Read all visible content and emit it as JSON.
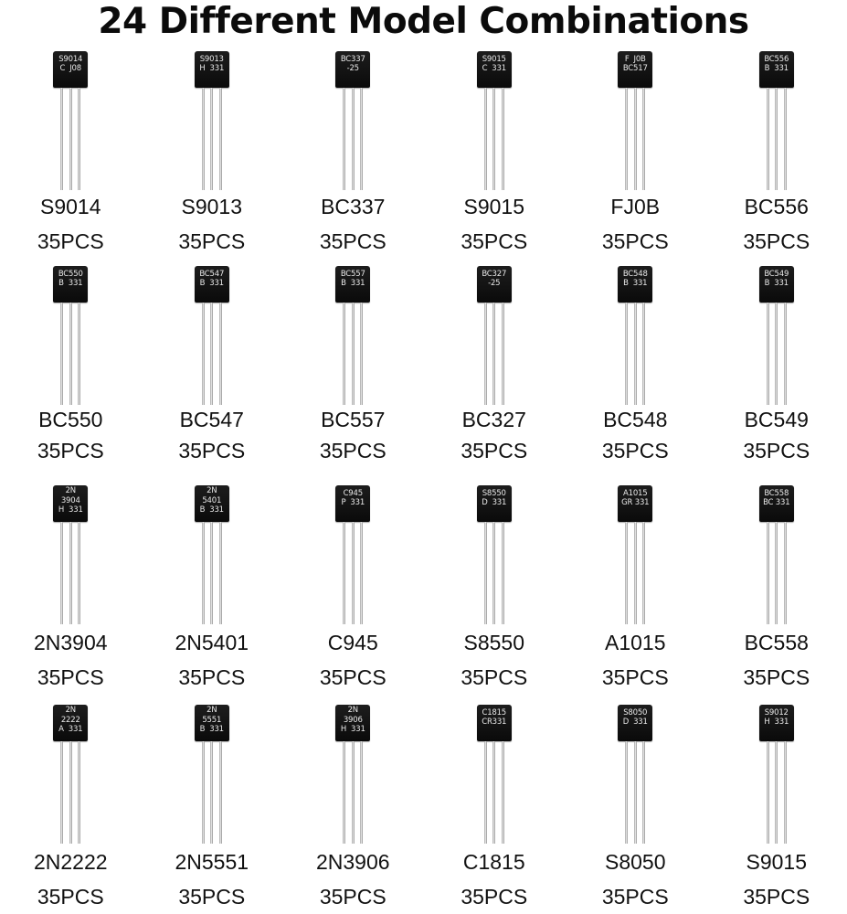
{
  "title": "24 Different Model Combinations",
  "items": [
    {
      "marking": "S9014\nC  J08",
      "model": "S9014",
      "quantity": "35PCS"
    },
    {
      "marking": "S9013\nH  331",
      "model": "S9013",
      "quantity": "35PCS"
    },
    {
      "marking": "BC337\n-25",
      "model": "BC337",
      "quantity": "35PCS"
    },
    {
      "marking": "S9015\nC  331",
      "model": "S9015",
      "quantity": "35PCS"
    },
    {
      "marking": "F  J0B\nBC517",
      "model": "FJ0B",
      "quantity": "35PCS"
    },
    {
      "marking": "BC556\nB  331",
      "model": "BC556",
      "quantity": "35PCS"
    },
    {
      "marking": "BC550\nB  331",
      "model": "BC550",
      "quantity": "35PCS"
    },
    {
      "marking": "BC547\nB  331",
      "model": "BC547",
      "quantity": "35PCS"
    },
    {
      "marking": "BC557\nB  331",
      "model": "BC557",
      "quantity": "35PCS"
    },
    {
      "marking": "BC327\n-25",
      "model": "BC327",
      "quantity": "35PCS"
    },
    {
      "marking": "BC548\nB  331",
      "model": "BC548",
      "quantity": "35PCS"
    },
    {
      "marking": "BC549\nB  331",
      "model": "BC549",
      "quantity": "35PCS"
    },
    {
      "marking": "2N\n3904\nH  331",
      "model": "2N3904",
      "quantity": "35PCS"
    },
    {
      "marking": "2N\n5401\nB  331",
      "model": "2N5401",
      "quantity": "35PCS"
    },
    {
      "marking": "C945\nP  331",
      "model": "C945",
      "quantity": "35PCS"
    },
    {
      "marking": "S8550\nD  331",
      "model": "S8550",
      "quantity": "35PCS"
    },
    {
      "marking": "A1015\nGR 331",
      "model": "A1015",
      "quantity": "35PCS"
    },
    {
      "marking": "BC558\nBC 331",
      "model": "BC558",
      "quantity": "35PCS"
    },
    {
      "marking": "2N\n2222\nA  331",
      "model": "2N2222",
      "quantity": "35PCS"
    },
    {
      "marking": "2N\n5551\nB  331",
      "model": "2N5551",
      "quantity": "35PCS"
    },
    {
      "marking": "2N\n3906\nH  331",
      "model": "2N3906",
      "quantity": "35PCS"
    },
    {
      "marking": "C1815\nCR331",
      "model": "C1815",
      "quantity": "35PCS"
    },
    {
      "marking": "S8050\nD  331",
      "model": "S8050",
      "quantity": "35PCS"
    },
    {
      "marking": "S9012\nH  331",
      "model": "S9015",
      "quantity": "35PCS"
    }
  ]
}
